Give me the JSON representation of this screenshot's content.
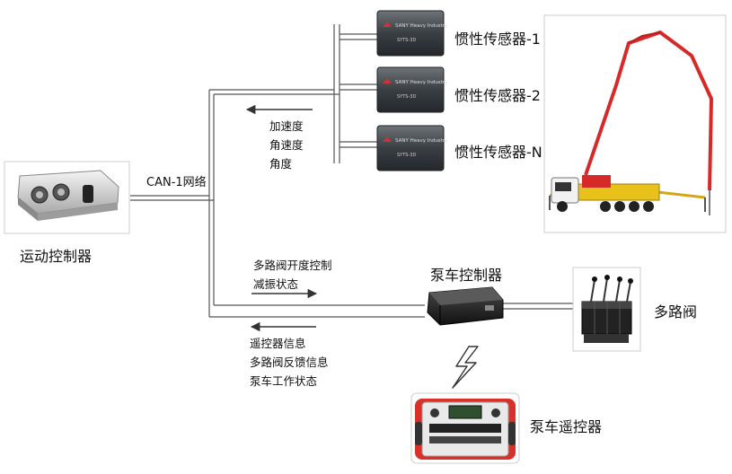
{
  "labels": {
    "motion_controller": "运动控制器",
    "can_network": "CAN-1网络",
    "sensor_1": "惯性传感器-1",
    "sensor_2": "惯性传感器-2",
    "sensor_n": "惯性传感器-N",
    "pump_controller": "泵车控制器",
    "multiway_valve": "多路阀",
    "pump_remote": "泵车遥控器"
  },
  "sensor_signals": [
    "加速度",
    "角速度",
    "角度"
  ],
  "control_outputs": [
    "多路阀开度控制",
    "减振状态"
  ],
  "feedback_signals": [
    "遥控器信息",
    "多路阀反馈信息",
    "泵车工作状态"
  ],
  "device_text": {
    "sensor_brand": "SANY Heavy Industry",
    "sensor_model": "SYTS-3D"
  },
  "colors": {
    "line": "#444444",
    "boom_red": "#d62a2a",
    "truck_yellow": "#e8c21a",
    "remote_red": "#d8312a"
  }
}
